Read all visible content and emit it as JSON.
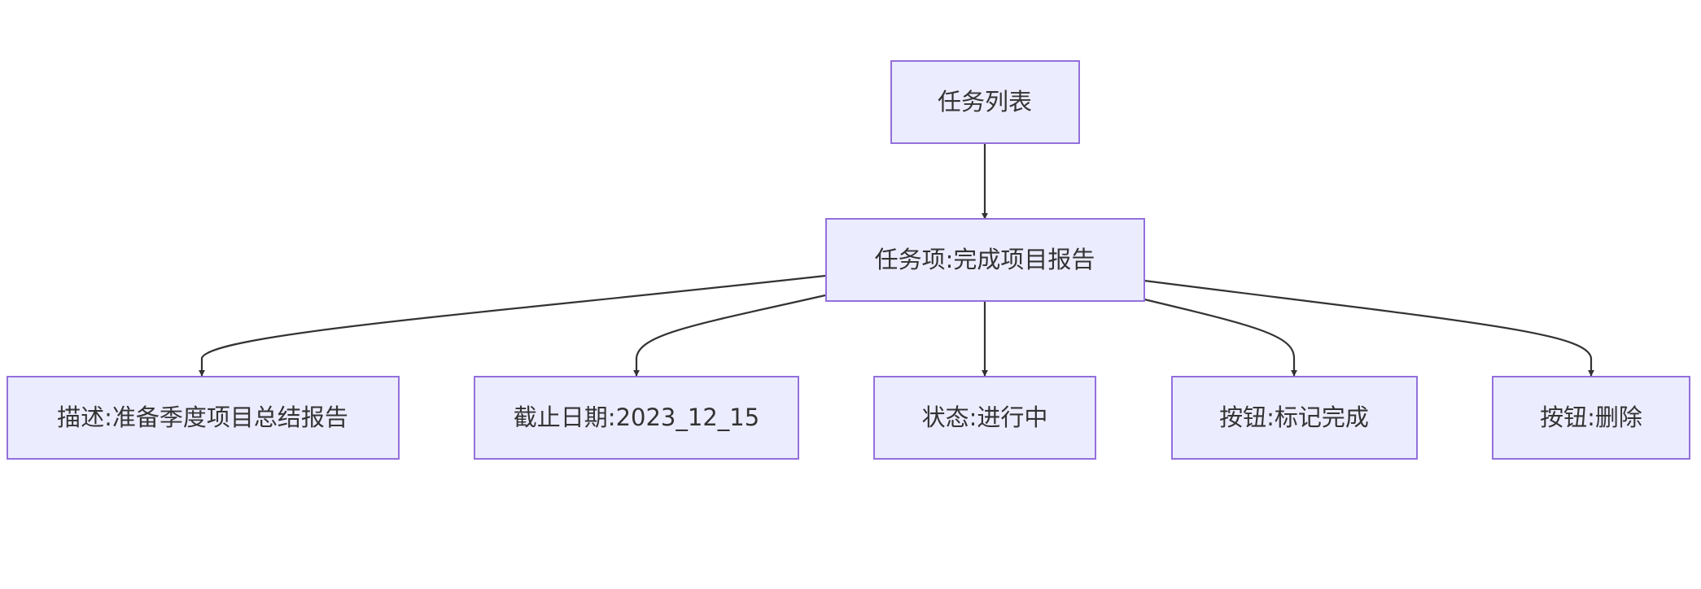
{
  "diagram": {
    "nodes": [
      {
        "id": "task-list",
        "label": "任务列表"
      },
      {
        "id": "task-item",
        "label": "任务项:完成项目报告"
      },
      {
        "id": "description",
        "label": "描述:准备季度项目总结报告"
      },
      {
        "id": "due-date",
        "label": "截止日期:2023_12_15"
      },
      {
        "id": "status",
        "label": "状态:进行中"
      },
      {
        "id": "mark-complete-button",
        "label": "按钮:标记完成"
      },
      {
        "id": "delete-button",
        "label": "按钮:删除"
      }
    ],
    "edges": [
      {
        "from": "task-list",
        "to": "task-item"
      },
      {
        "from": "task-item",
        "to": "description"
      },
      {
        "from": "task-item",
        "to": "due-date"
      },
      {
        "from": "task-item",
        "to": "status"
      },
      {
        "from": "task-item",
        "to": "mark-complete-button"
      },
      {
        "from": "task-item",
        "to": "delete-button"
      }
    ],
    "colors": {
      "node_fill": "#ececff",
      "node_border": "#9370db",
      "edge": "#333333",
      "text": "#333333"
    }
  }
}
